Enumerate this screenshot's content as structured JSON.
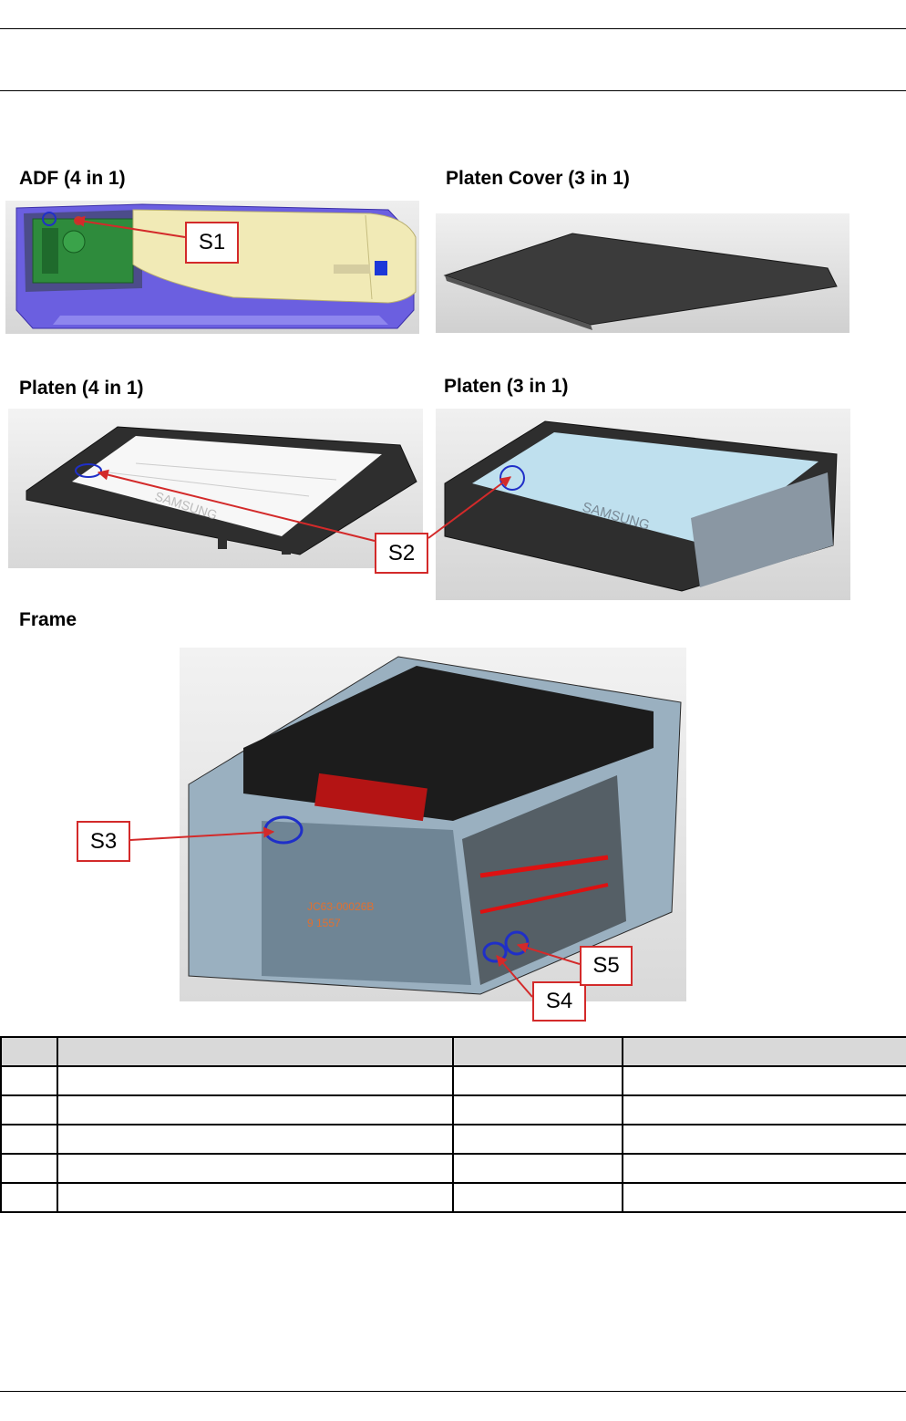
{
  "sections": {
    "adf": {
      "heading": "ADF (4 in 1)"
    },
    "platen_cover": {
      "heading": "Platen Cover (3 in 1)"
    },
    "platen_4in1": {
      "heading": "Platen (4 in 1)"
    },
    "platen_3in1": {
      "heading": "Platen (3 in 1)"
    },
    "frame": {
      "heading": "Frame"
    }
  },
  "callouts": {
    "s1": "S1",
    "s2": "S2",
    "s3": "S3",
    "s4": "S4",
    "s5": "S5"
  },
  "frame_image_labels": {
    "part_code": "JC63-00026B",
    "part_code_2": "9 1557"
  },
  "brand_mark": "SAMSUNG",
  "colors": {
    "callout_border": "#d32a2a",
    "circle": "#1f2fc8",
    "adf_tray": "#f1eab6",
    "adf_base": "#6b5fe0",
    "board_green": "#2e8b3c",
    "platen_dark": "#2e2e2e",
    "glass_blue": "#bfe0ee"
  },
  "table": {
    "header": [
      "",
      "",
      "",
      ""
    ],
    "rows": [
      [
        "",
        "",
        "",
        ""
      ],
      [
        "",
        "",
        "",
        ""
      ],
      [
        "",
        "",
        "",
        ""
      ],
      [
        "",
        "",
        "",
        ""
      ],
      [
        "",
        "",
        "",
        ""
      ]
    ]
  }
}
